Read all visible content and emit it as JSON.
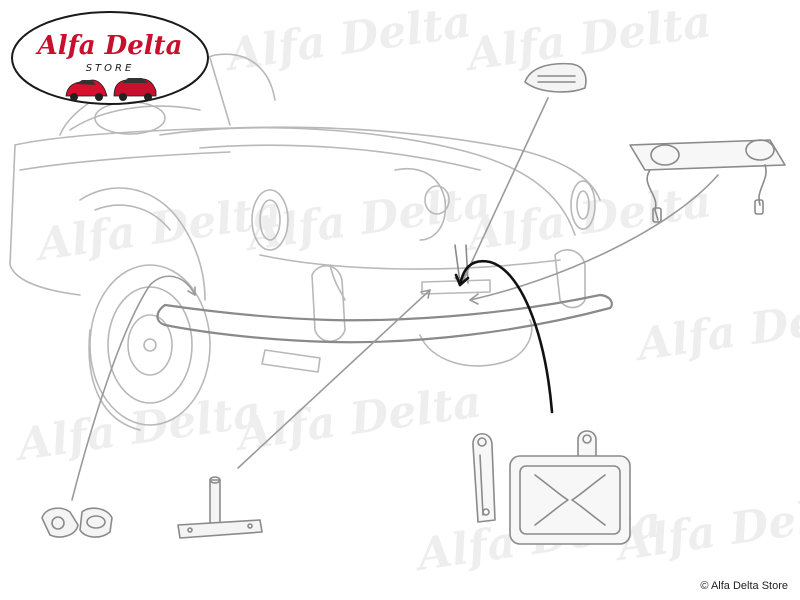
{
  "logo": {
    "brand": "Alfa Delta",
    "store": "STORE",
    "colors": {
      "brand_red": "#c8102e",
      "outline": "#1a1a1a"
    }
  },
  "watermark": {
    "text": "Alfa Delta",
    "color": "#eeeeee"
  },
  "copyright": "© Alfa Delta Store",
  "colors": {
    "line": "#b8b8b8",
    "part": "#8a8a8a",
    "highlight": "#111111"
  }
}
